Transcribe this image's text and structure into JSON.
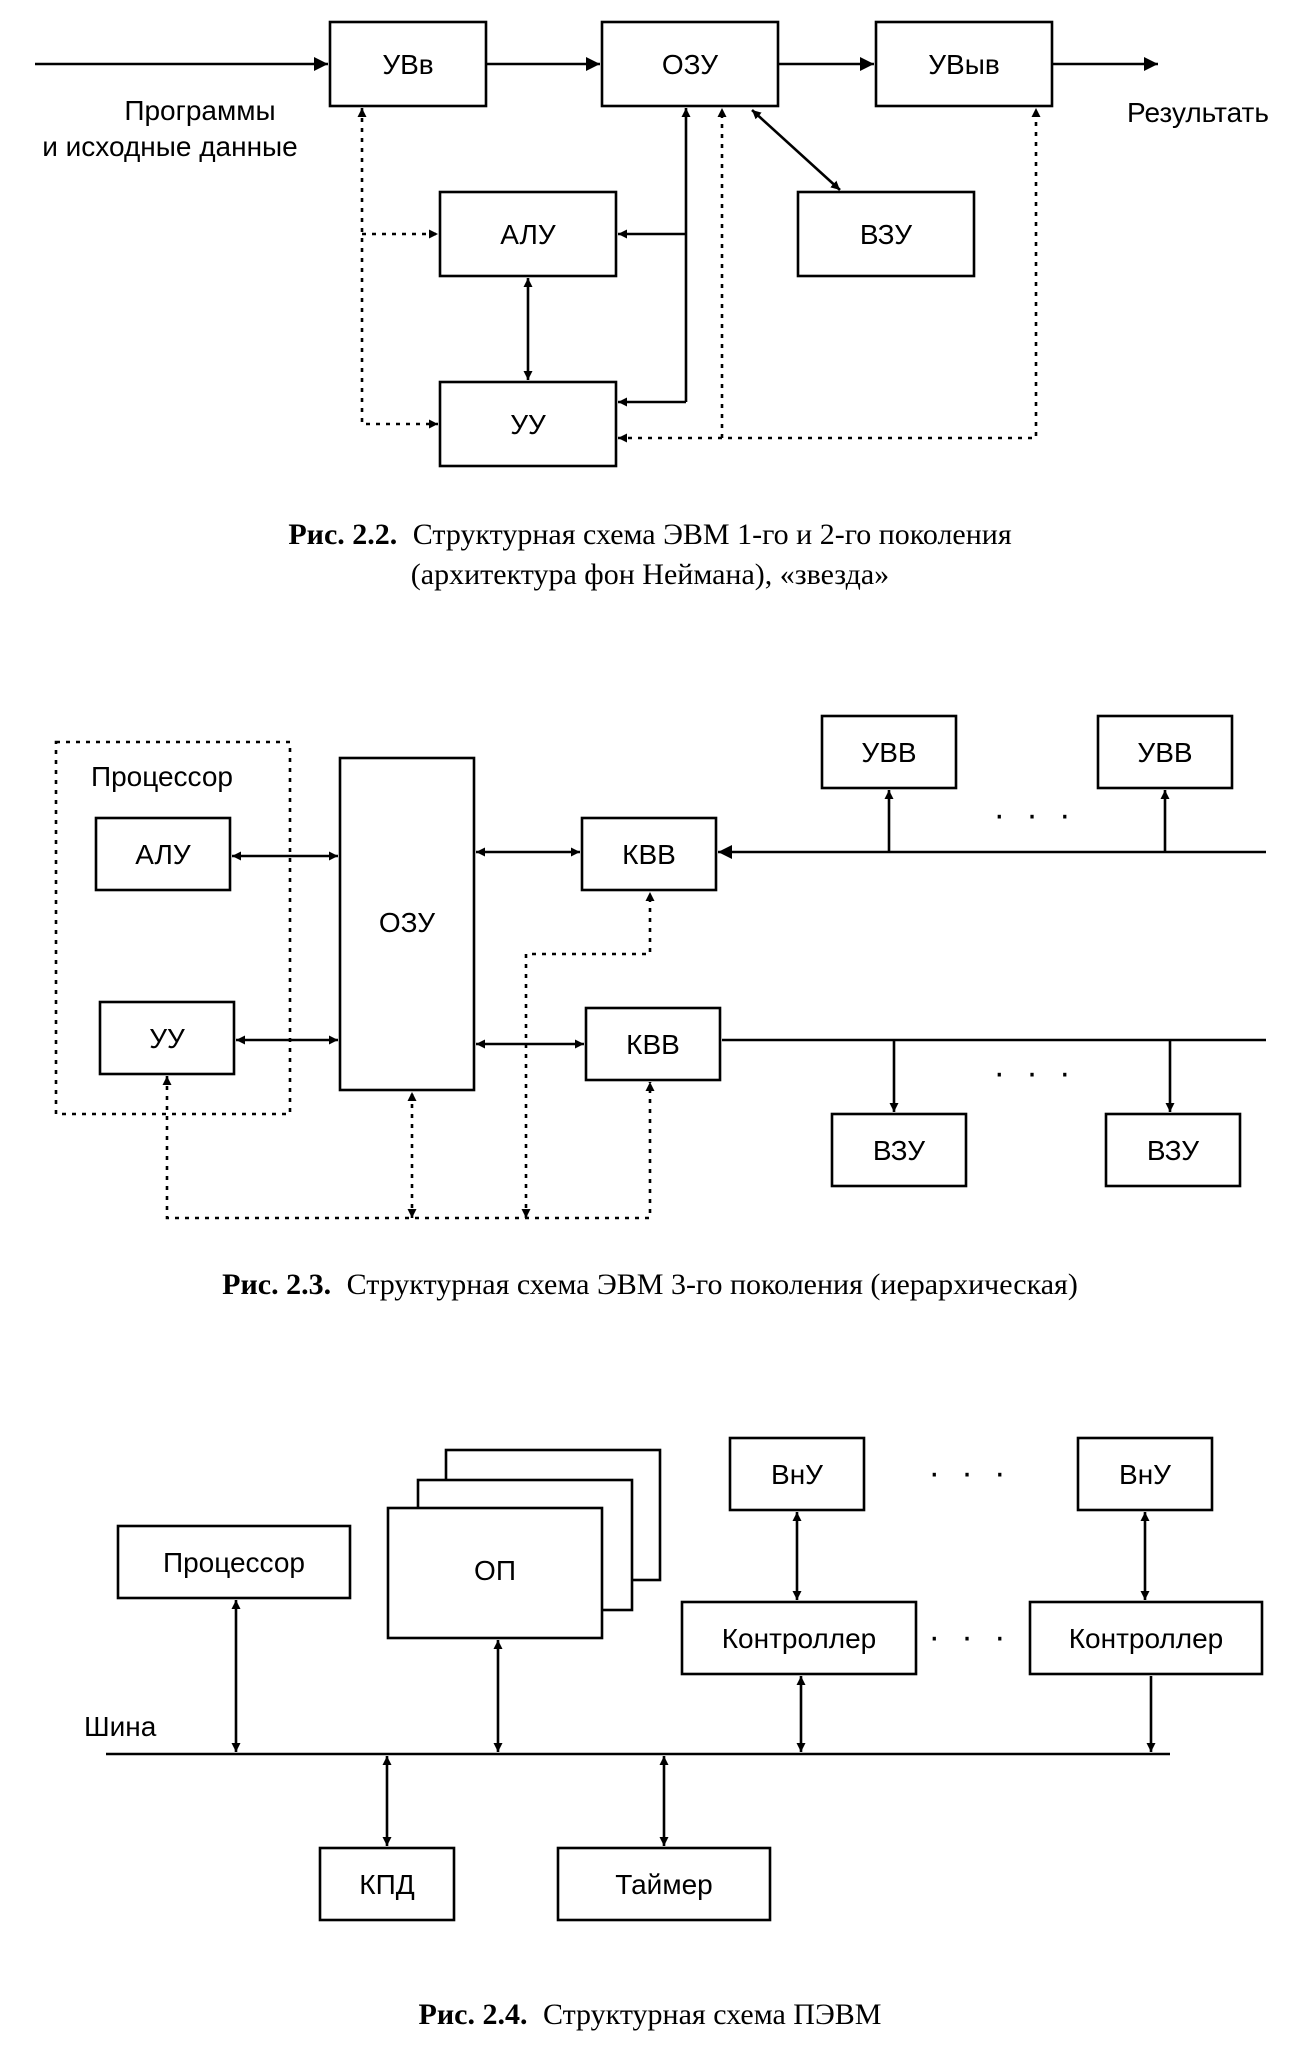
{
  "fig1": {
    "input_label": "Программы",
    "input_label_2": "и исходные данные",
    "output_label": "Результать",
    "uvv": "УВв",
    "ozu": "ОЗУ",
    "uvyv": "УВыв",
    "alu": "АЛУ",
    "vzu": "ВЗУ",
    "uu": "УУ",
    "caption_prefix": "Рис. 2.2.",
    "caption_text": "Структурная схема ЭВМ 1-го и 2-го поколения",
    "caption_line2": "(архитектура фон Неймана), «звезда»"
  },
  "fig2": {
    "processor_label": "Процессор",
    "alu": "АЛУ",
    "uu": "УУ",
    "ozu": "ОЗУ",
    "kvv_top": "КВВ",
    "kvv_bottom": "КВВ",
    "uvv_1": "УВВ",
    "uvv_2": "УВВ",
    "vzu_1": "ВЗУ",
    "vzu_2": "ВЗУ",
    "ellipsis_top": "· · ·",
    "ellipsis_bottom": "· · ·",
    "caption_prefix": "Рис. 2.3.",
    "caption_text": "Структурная схема ЭВМ 3-го поколения (иерархическая)"
  },
  "fig3": {
    "bus_label": "Шина",
    "processor": "Процессор",
    "op": "ОП",
    "vnu_1": "ВнУ",
    "vnu_2": "ВнУ",
    "controller_1": "Контроллер",
    "controller_2": "Контроллер",
    "kpd": "КПД",
    "timer": "Таймер",
    "ellipsis_top": "· · ·",
    "ellipsis_mid": "· · ·",
    "caption_prefix": "Рис. 2.4.",
    "caption_text": "Структурная схема ПЭВМ"
  }
}
